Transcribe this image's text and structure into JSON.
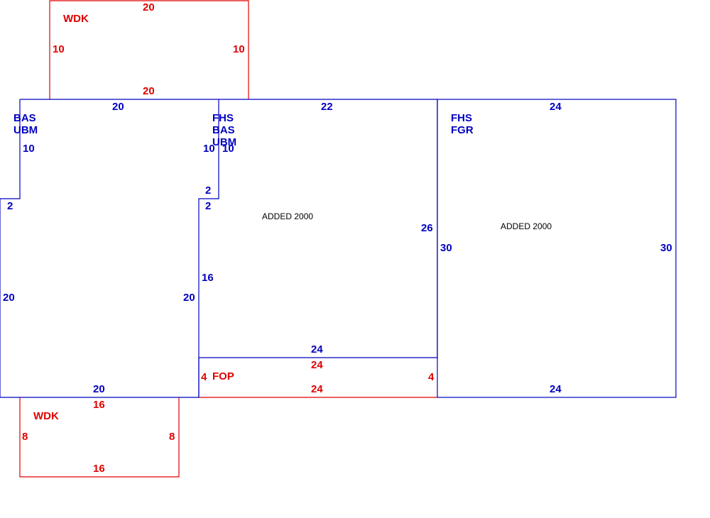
{
  "colors": {
    "structure": "#0000c0",
    "deck": "#e00000",
    "note": "#000000"
  },
  "areas": {
    "wdk_top": {
      "code": "WDK",
      "dims": {
        "top": "20",
        "bottom": "20",
        "left": "10",
        "right": "10"
      }
    },
    "bas": {
      "codes": [
        "BAS",
        "UBM"
      ],
      "dims": {
        "top": "20",
        "left_upper": "10",
        "left_jog": "2",
        "left_lower": "20",
        "right_upper": "10",
        "right_jog": "2",
        "right_lower": "20",
        "bottom": "20"
      }
    },
    "fhs_bas": {
      "codes": [
        "FHS",
        "BAS",
        "UBM"
      ],
      "note": "ADDED 2000",
      "dims": {
        "top": "22",
        "left_upper": "10",
        "jog_upper": "2",
        "jog_lower": "2",
        "left_lower": "16",
        "right": "26",
        "bottom": "24"
      }
    },
    "fhs_fgr": {
      "codes": [
        "FHS",
        "FGR"
      ],
      "note": "ADDED 2000",
      "dims": {
        "top": "24",
        "left": "30",
        "right": "30",
        "bottom": "24"
      }
    },
    "fop": {
      "code": "FOP",
      "dims": {
        "top": "24",
        "bottom": "24",
        "left": "4",
        "right": "4"
      }
    },
    "wdk_bottom": {
      "code": "WDK",
      "dims": {
        "top": "16",
        "bottom": "16",
        "left": "8",
        "right": "8"
      }
    }
  }
}
